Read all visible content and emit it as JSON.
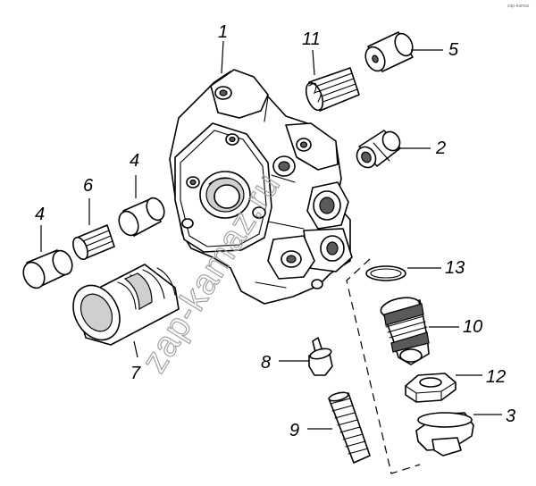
{
  "watermark": "zap-kamaz.ru",
  "corner_mark": "zap-kamaz",
  "labels": [
    {
      "id": "1",
      "text": "1"
    },
    {
      "id": "11",
      "text": "11"
    },
    {
      "id": "5",
      "text": "5"
    },
    {
      "id": "2",
      "text": "2"
    },
    {
      "id": "4a",
      "text": "4"
    },
    {
      "id": "6",
      "text": "6"
    },
    {
      "id": "4b",
      "text": "4"
    },
    {
      "id": "13",
      "text": "13"
    },
    {
      "id": "10",
      "text": "10"
    },
    {
      "id": "7",
      "text": "7"
    },
    {
      "id": "8",
      "text": "8"
    },
    {
      "id": "12",
      "text": "12"
    },
    {
      "id": "9",
      "text": "9"
    },
    {
      "id": "3",
      "text": "3"
    }
  ]
}
